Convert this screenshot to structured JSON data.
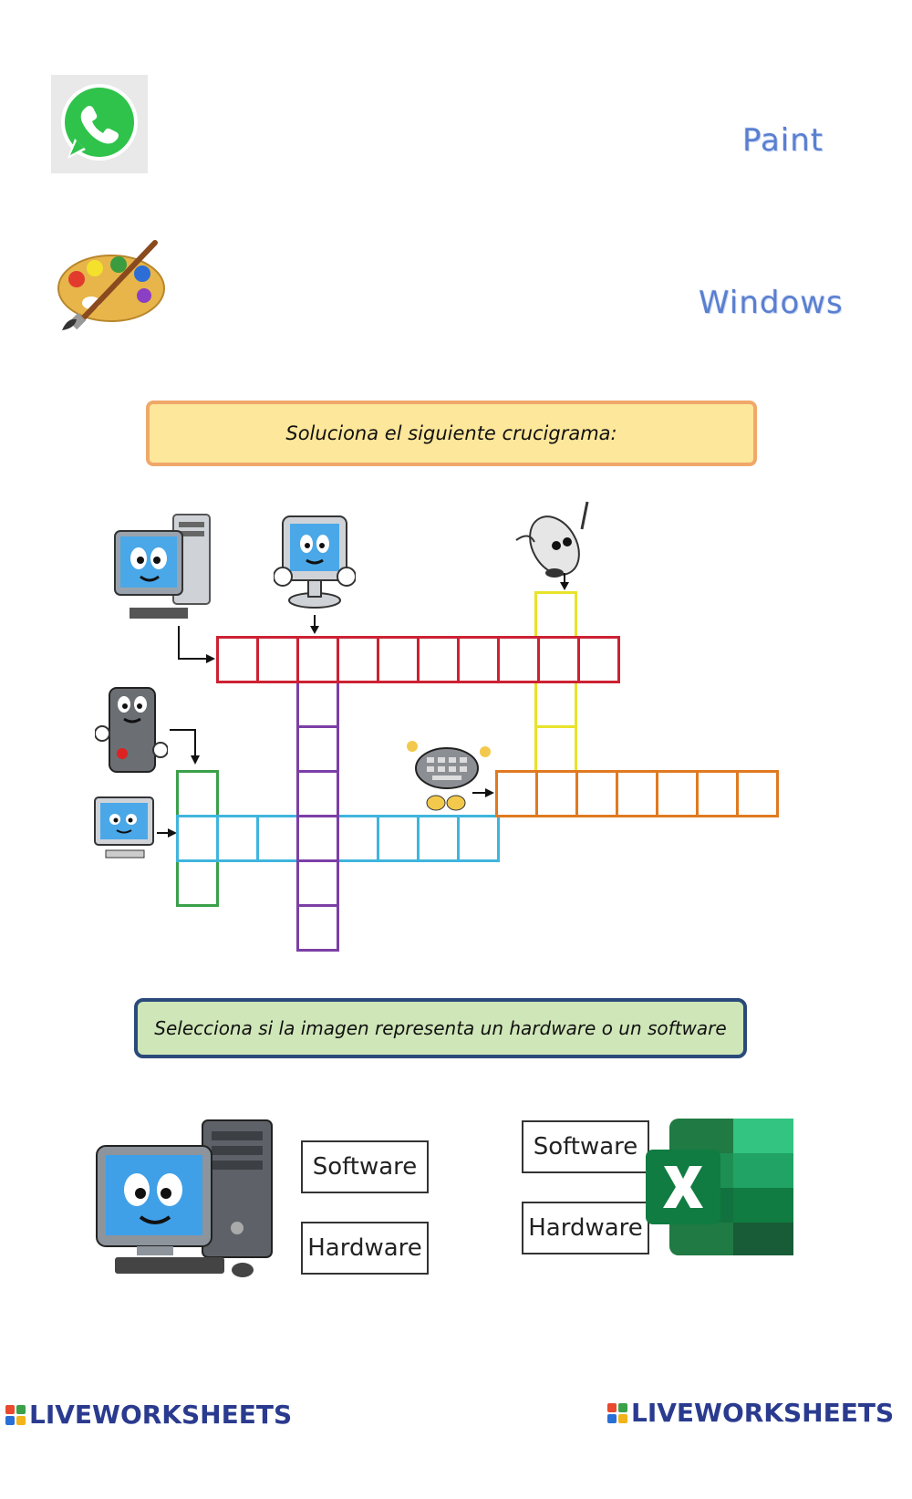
{
  "match_section": {
    "labels": [
      "Paint",
      "Windows"
    ]
  },
  "crossword": {
    "instruction": "Soluciona el siguiente crucigrama:"
  },
  "select_section": {
    "instruction": "Selecciona si la imagen representa un hardware o un software",
    "item1": {
      "option_a": "Software",
      "option_b": "Hardware"
    },
    "item2": {
      "option_a": "Software",
      "option_b": "Hardware"
    }
  },
  "footer": {
    "brand_left": "LIVEWORKSHEETS",
    "brand_right": "LIVEWORKSHEETS"
  },
  "colors": {
    "red": "#cc2233",
    "purple": "#7b3fa6",
    "yellow": "#e8e32a",
    "green": "#3aa04a",
    "blue": "#3fb5dd",
    "orange": "#e07a20",
    "banner1_fill": "#fde79a",
    "banner1_border": "#f0a86a",
    "banner2_fill": "#cfe6b8",
    "banner2_border": "#2a4a7a"
  }
}
